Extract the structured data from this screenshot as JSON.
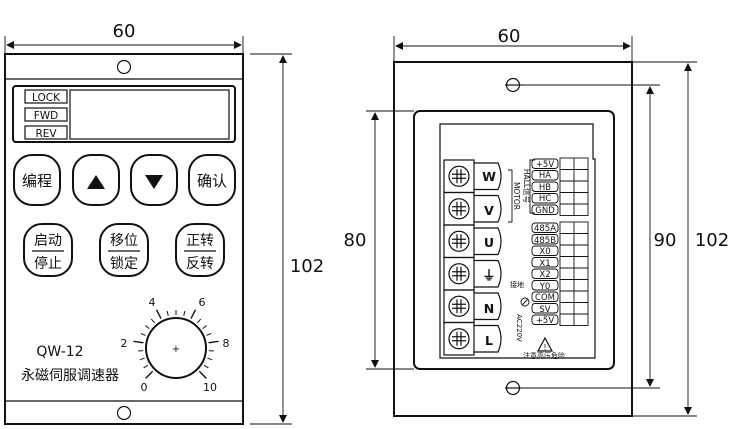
{
  "front_view": {
    "width_label": "60",
    "height_label": "102",
    "status_labels": [
      "LOCK",
      "FWD",
      "REV"
    ],
    "buttons_row1": [
      "编程",
      "▲",
      "▼",
      "确认"
    ],
    "buttons_row2": [
      {
        "top": "启动",
        "bottom": "停止"
      },
      {
        "top": "移位",
        "bottom": "锁定"
      },
      {
        "top": "正转",
        "bottom": "反转"
      }
    ],
    "dial_ticks": [
      "0",
      "2",
      "4",
      "6",
      "8",
      "10"
    ],
    "dial_center": "+",
    "model": "QW-12",
    "product_name": "永磁伺服调速器"
  },
  "back_view": {
    "width_label": "60",
    "height_label_inner": "80",
    "height_label_mid": "90",
    "height_label_outer": "102",
    "motor_terminals": [
      "W",
      "V",
      "U",
      "⏚",
      "N",
      "L"
    ],
    "motor_label": "MOTOR",
    "hall_label": "HALL信号",
    "ground_note": "接地",
    "ac_label": "AC220V",
    "signal_group1": [
      "+5V",
      "HA",
      "HB",
      "HC",
      "GND"
    ],
    "signal_group2": [
      "485A",
      "485B",
      "X0",
      "X1",
      "X2",
      "Y0",
      "COM",
      "SV",
      "+5V"
    ],
    "warning_symbol": "!",
    "warning_text": "注意高压危险"
  }
}
